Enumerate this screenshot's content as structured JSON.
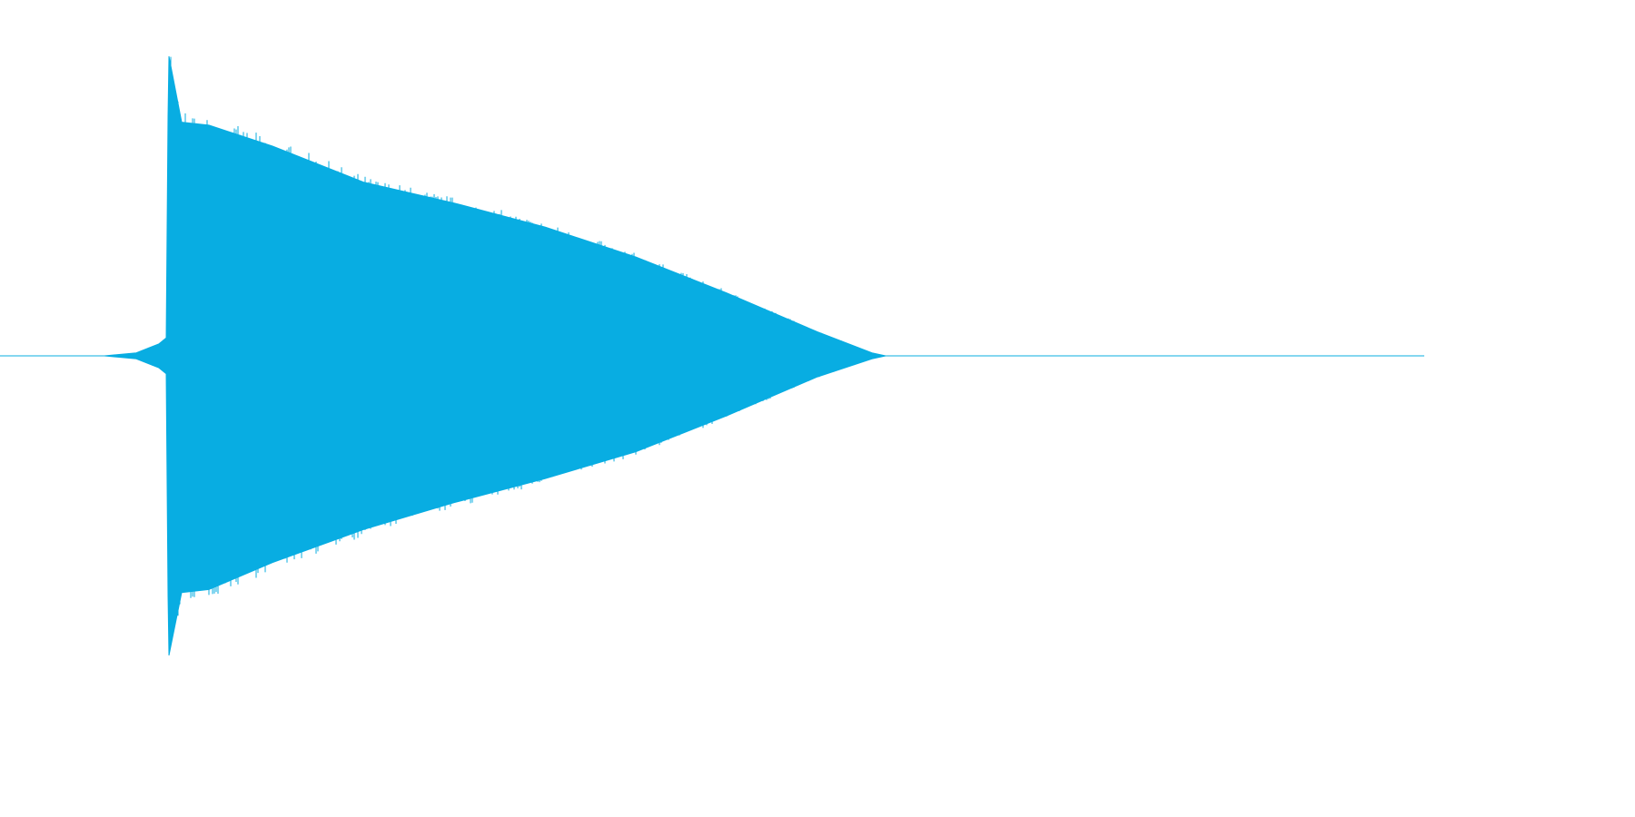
{
  "chart_data": {
    "type": "area",
    "title": "",
    "xlabel": "",
    "ylabel": "",
    "grid": false,
    "legend": "none",
    "series_color": "#08ade2",
    "xlim": [
      0,
      1568
    ],
    "ylim": [
      -1,
      1
    ],
    "baseline": 0,
    "envelope": {
      "x": [
        0,
        115,
        150,
        175,
        183,
        185,
        186,
        200,
        230,
        300,
        400,
        500,
        600,
        700,
        800,
        900,
        960,
        975,
        1568
      ],
      "upper": [
        0,
        0,
        0.01,
        0.04,
        0.06,
        0.8,
        1.0,
        0.78,
        0.77,
        0.7,
        0.58,
        0.51,
        0.43,
        0.33,
        0.21,
        0.08,
        0.01,
        0,
        0
      ],
      "lower": [
        0,
        0,
        -0.01,
        -0.04,
        -0.06,
        -0.8,
        -1.0,
        -0.79,
        -0.78,
        -0.69,
        -0.58,
        -0.49,
        -0.41,
        -0.32,
        -0.2,
        -0.07,
        -0.01,
        0,
        0
      ]
    }
  }
}
